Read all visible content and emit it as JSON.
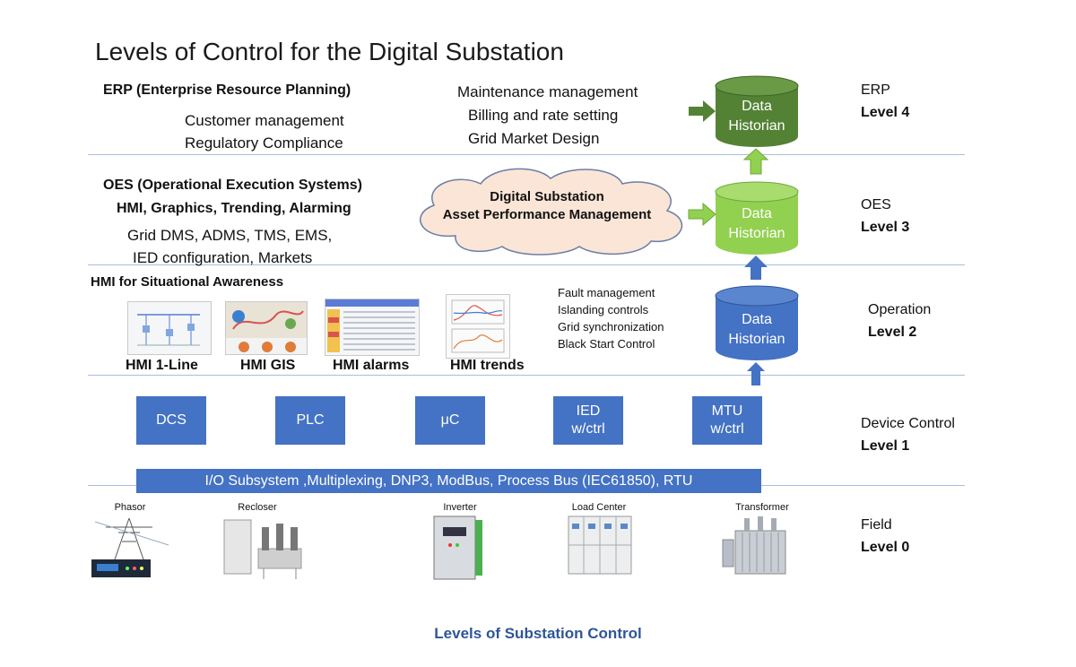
{
  "title": "Levels of Control for the Digital Substation",
  "erp": {
    "heading": "ERP (Enterprise Resource Planning)",
    "left_items": [
      "Customer management",
      "Regulatory Compliance"
    ],
    "right_items": [
      "Maintenance management",
      "Billing and rate setting",
      "Grid Market Design"
    ]
  },
  "oes": {
    "heading": "OES (Operational Execution Systems)",
    "subheading": "HMI, Graphics, Trending, Alarming",
    "items": [
      "Grid DMS, ADMS, TMS, EMS,",
      "IED configuration, Markets"
    ],
    "cloud": [
      "Digital Substation",
      "Asset Performance Management"
    ]
  },
  "operation": {
    "heading": "HMI for Situational Awareness",
    "hmi_labels": [
      "HMI 1-Line",
      "HMI GIS",
      "HMI alarms",
      "HMI trends"
    ],
    "controls": [
      "Fault management",
      "Islanding controls",
      "Grid synchronization",
      "Black Start Control"
    ]
  },
  "historians": [
    {
      "line1": "Data",
      "line2": "Historian",
      "color": "#548235"
    },
    {
      "line1": "Data",
      "line2": "Historian",
      "color": "#92d050"
    },
    {
      "line1": "Data",
      "line2": "Historian",
      "color": "#4472c4"
    }
  ],
  "devices": [
    {
      "line1": "DCS",
      "line2": ""
    },
    {
      "line1": "PLC",
      "line2": ""
    },
    {
      "line1": "μC",
      "line2": ""
    },
    {
      "line1": "IED",
      "line2": "w/ctrl"
    },
    {
      "line1": "MTU",
      "line2": "w/ctrl"
    }
  ],
  "io_bar": "I/O Subsystem ,Multiplexing, DNP3, ModBus, Process Bus (IEC61850), RTU",
  "field_items": [
    "Phasor",
    "Recloser",
    "Inverter",
    "Load Center",
    "Transformer"
  ],
  "levels": [
    {
      "name": "ERP",
      "level": "Level 4"
    },
    {
      "name": "OES",
      "level": "Level 3"
    },
    {
      "name": "Operation",
      "level": "Level 2"
    },
    {
      "name": "Device Control",
      "level": "Level 1"
    },
    {
      "name": "Field",
      "level": "Level 0"
    }
  ],
  "caption": "Levels of Substation Control",
  "colors": {
    "accent_blue": "#4472c4",
    "dark_green": "#548235",
    "light_green": "#92d050",
    "caption_blue": "#2f5597",
    "cloud_fill": "#fbe5d6"
  }
}
